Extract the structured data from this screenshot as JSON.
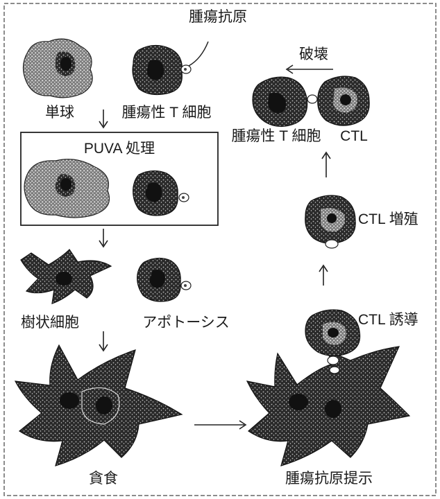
{
  "labels": {
    "tumor_antigen": "腫瘍抗原",
    "monocyte": "単球",
    "tumor_t_cell_top": "腫瘍性 T 細胞",
    "puva": "PUVA 処理",
    "dendritic": "樹状細胞",
    "apoptosis": "アポトーシス",
    "phagocytosis": "貪食",
    "destruction": "破壊",
    "tumor_t_cell_right": "腫瘍性 T 細胞",
    "ctl": "CTL",
    "ctl_proliferation": "CTL 増殖",
    "ctl_induction": "CTL 誘導",
    "antigen_presentation": "腫瘍抗原提示"
  },
  "colors": {
    "cell_dark": "#2b2b2b",
    "cell_light": "#8f8f8f",
    "nucleus": "#111111",
    "line": "#222222",
    "frame": "#555555"
  }
}
